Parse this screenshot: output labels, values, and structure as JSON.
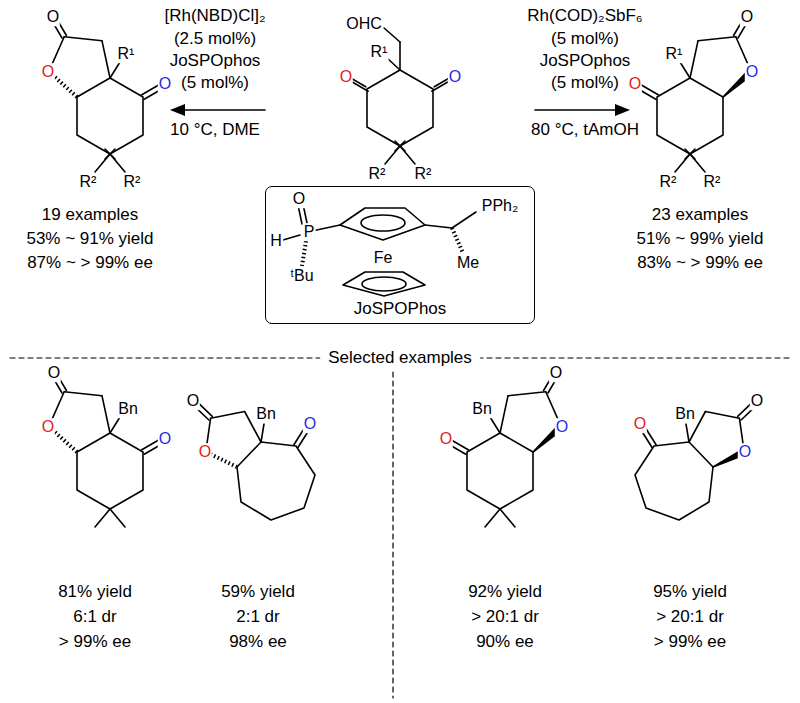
{
  "diagram": {
    "nodes": [
      {
        "text": [
          "JoSPOPhos"
        ]
      }
    ],
    "labels": [
      "OHC",
      "R¹",
      "O",
      "O",
      "R²",
      "R²",
      "[Rh(NBD)Cl]₂",
      "(2.5 mol%)",
      "JoSPOphos",
      "(5 mol%)",
      "10 °C, DME",
      "Rh(COD)₂SbF₆",
      "(5 mol%)",
      "JoSPOphos",
      "(5 mol%)",
      "80 °C, tAmOH",
      "O",
      "R¹",
      "O",
      "O",
      "R²",
      "R²",
      "19 examples",
      "53% ~ 91% yield",
      "87% ~ > 99% ee",
      "O",
      "R¹",
      "O",
      "O",
      "R²",
      "R²",
      "23 examples",
      "51% ~ 99% yield",
      "83% ~ > 99% ee",
      "O",
      "P",
      "H",
      "ᵗBu",
      "Fe",
      "PPh₂",
      "Me",
      "Selected examples",
      "O",
      "Bn",
      "O",
      "O",
      "81% yield",
      "6:1 dr",
      "> 99% ee",
      "O",
      "Bn",
      "O",
      "O",
      "59% yield",
      "2:1 dr",
      "98% ee",
      "Bn",
      "O",
      "O",
      "O",
      "92% yield",
      "> 20:1 dr",
      "90% ee",
      "Bn",
      "O",
      "O",
      "O",
      "95% yield",
      "> 20:1 dr",
      "> 99% ee"
    ]
  }
}
